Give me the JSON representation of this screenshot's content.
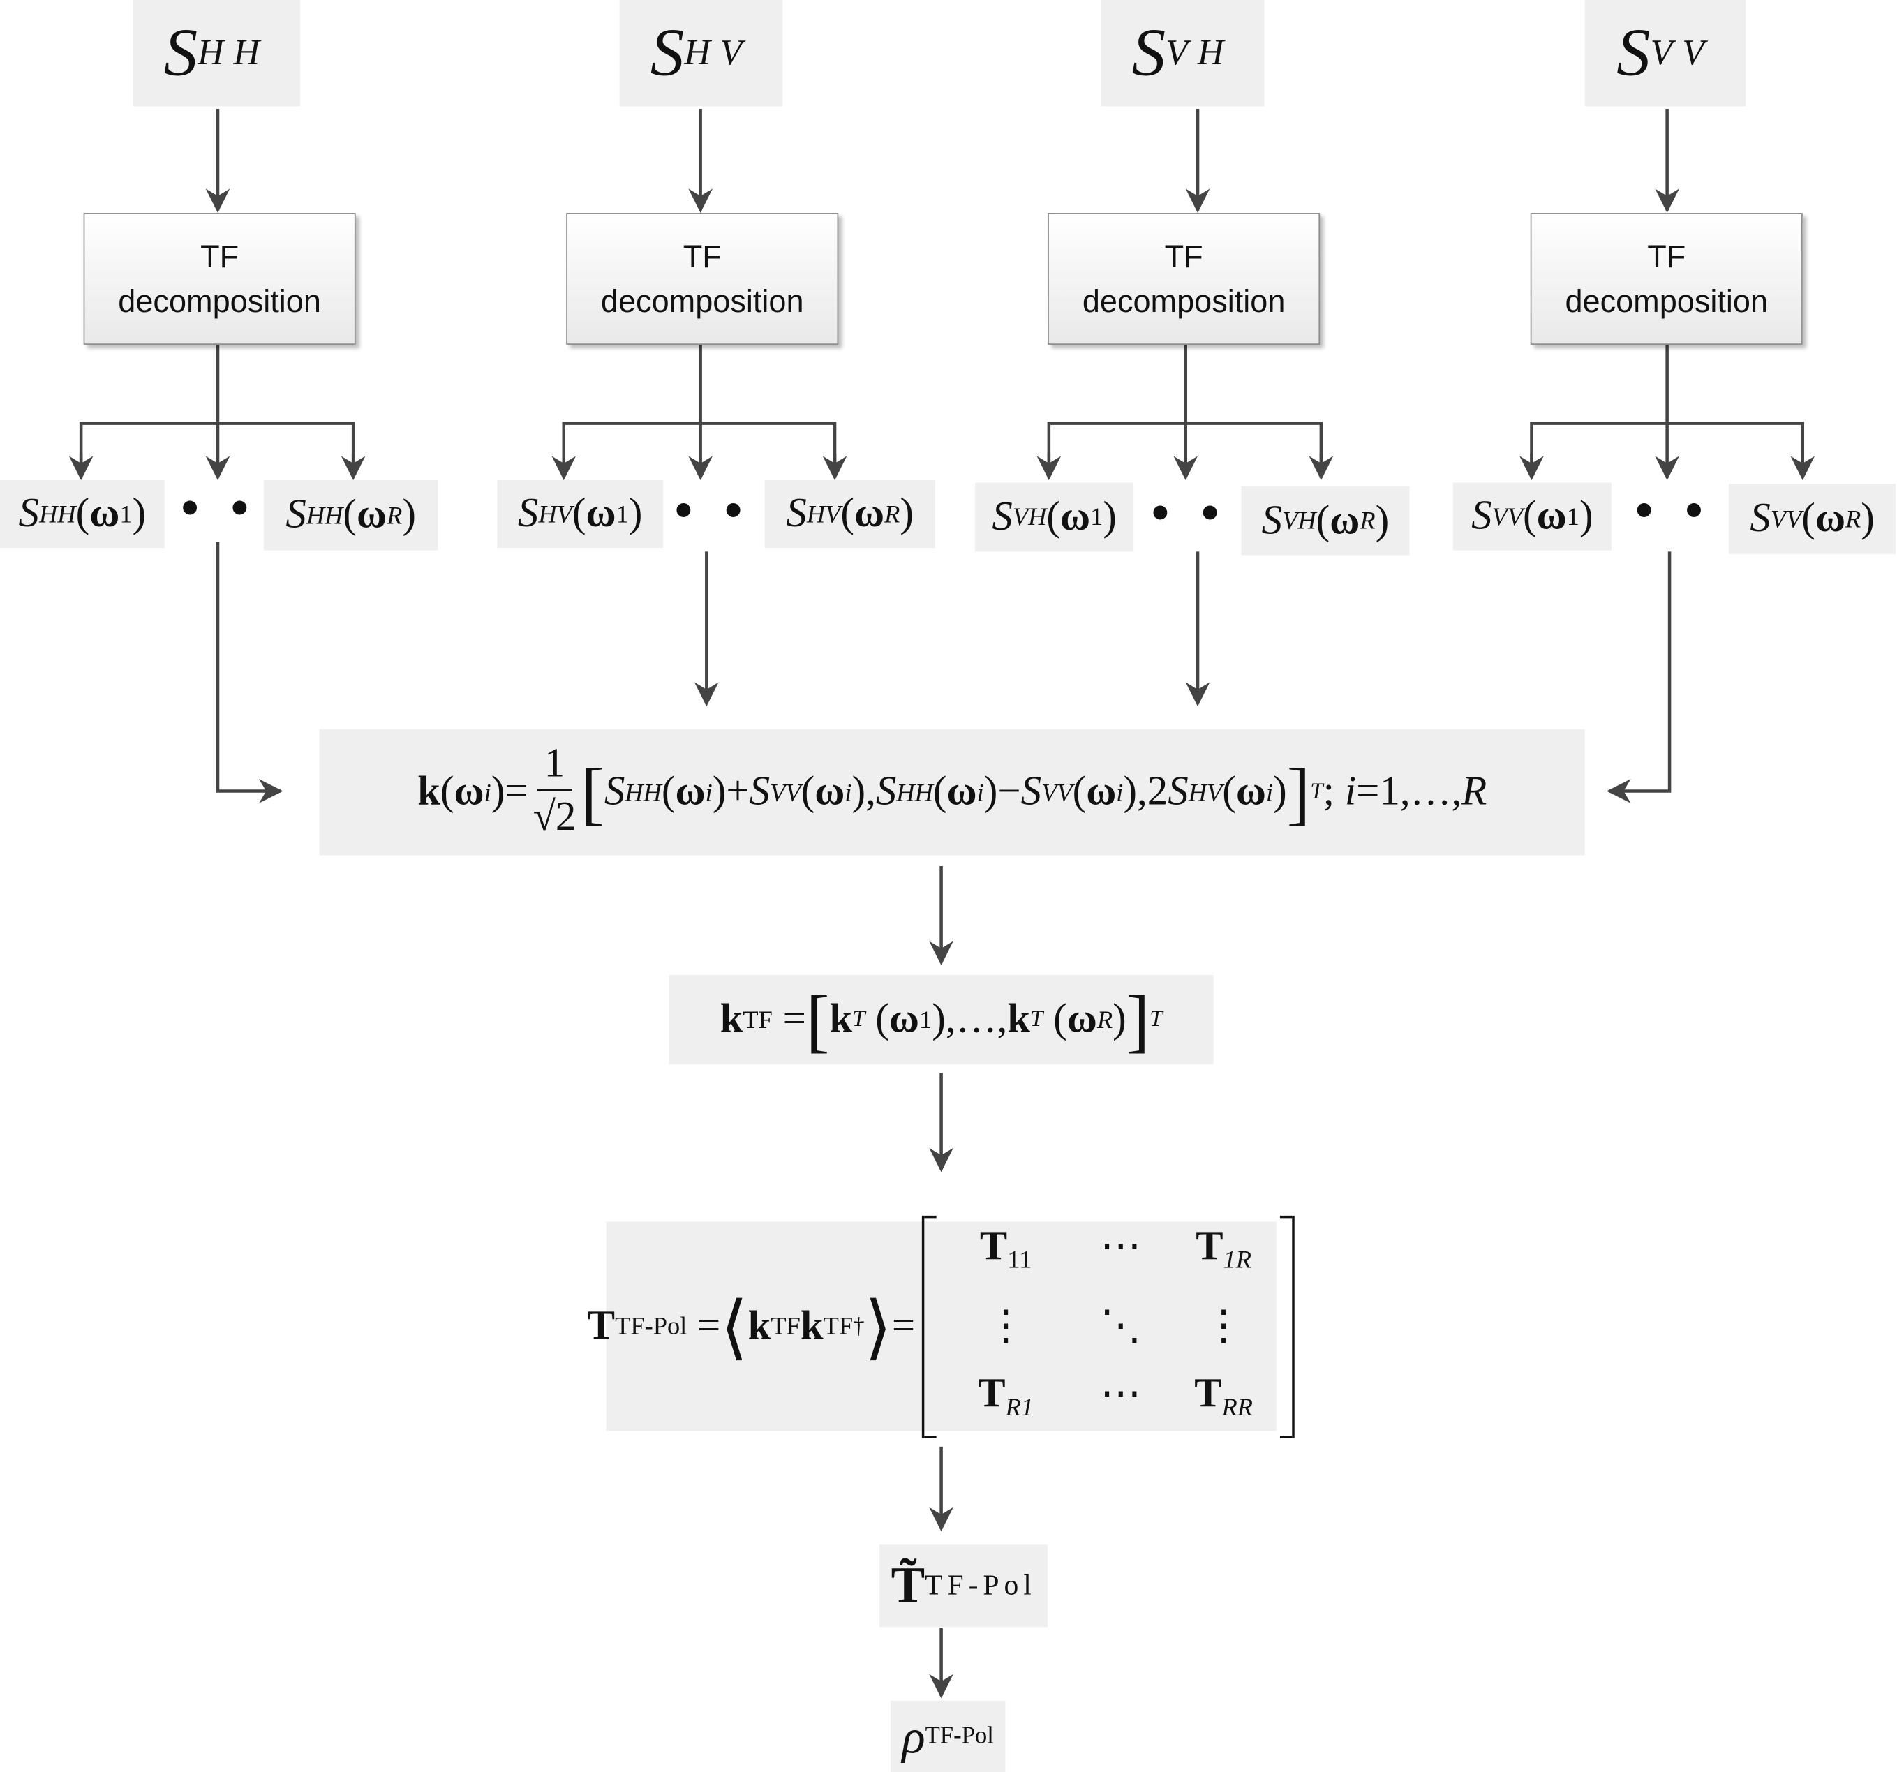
{
  "inputs": [
    {
      "label": "S",
      "sub": "HH"
    },
    {
      "label": "S",
      "sub": "HV"
    },
    {
      "label": "S",
      "sub": "VH"
    },
    {
      "label": "S",
      "sub": "VV"
    }
  ],
  "tf_box": {
    "line1": "TF",
    "line2": "decomposition"
  },
  "components": [
    {
      "first": "S",
      "first_sub": "HH",
      "omega1": "ω",
      "omega1_sub": "1",
      "dots": "• • •",
      "last": "S",
      "last_sub": "HH",
      "omegaR": "ω",
      "omegaR_sub": "R"
    },
    {
      "first": "S",
      "first_sub": "HV",
      "omega1": "ω",
      "omega1_sub": "1",
      "dots": "• • •",
      "last": "S",
      "last_sub": "HV",
      "omegaR": "ω",
      "omegaR_sub": "R"
    },
    {
      "first": "S",
      "first_sub": "VH",
      "omega1": "ω",
      "omega1_sub": "1",
      "dots": "• • •",
      "last": "S",
      "last_sub": "VH",
      "omegaR": "ω",
      "omegaR_sub": "R"
    },
    {
      "first": "S",
      "first_sub": "VV",
      "omega1": "ω",
      "omega1_sub": "1",
      "dots": "• • •",
      "last": "S",
      "last_sub": "VV",
      "omegaR": "ω",
      "omegaR_sub": "R"
    }
  ],
  "k_eq": {
    "lhs": "k",
    "omega": "ω",
    "i": "i",
    "equals": "=",
    "num": "1",
    "den": "√2",
    "term1": "S",
    "sub_hh": "HH",
    "plus": "+",
    "sub_vv": "VV",
    "minus": "−",
    "two": "2",
    "sub_hv": "HV",
    "T": "T",
    "tail": "; ",
    "range": "=1,…,",
    "R": "R"
  },
  "ktf_eq": {
    "k": "k",
    "sub": "TF",
    "equals": "=",
    "T": "T",
    "omega": "ω",
    "one": "1",
    "R": "R",
    "ellipsis": ",…,"
  },
  "t_eq": {
    "T": "T",
    "sub": "TF-Pol",
    "equals": "=",
    "k": "k",
    "ksub": "TF",
    "dagger": "†",
    "m11": "11",
    "m1R": "1R",
    "mR1": "R1",
    "mRR": "RR",
    "hdots": "⋯",
    "vdots": "⋮",
    "ddots": "⋱"
  },
  "t_tilde": {
    "label": "T̃",
    "sub": "TF-Pol"
  },
  "rho": {
    "label": "ρ",
    "sub": "TF-Pol"
  }
}
